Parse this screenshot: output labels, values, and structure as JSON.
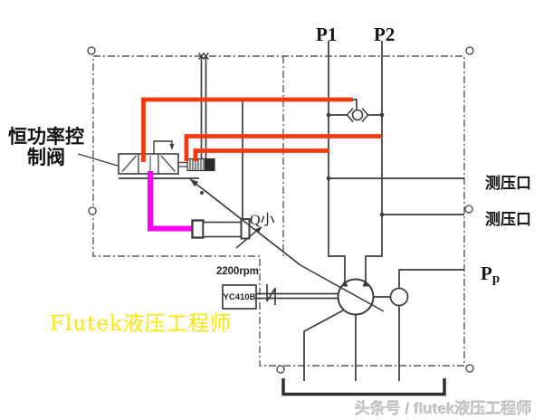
{
  "diagram": {
    "labels": {
      "valve_label_line1": "恒功率控",
      "valve_label_line2": "制阀",
      "p1": "P1",
      "p2": "P2",
      "test_port_1": "测压口",
      "test_port_2": "测压口",
      "pp_main": "P",
      "pp_sub": "p",
      "q_small": "Q小",
      "rpm": "2200rpm",
      "engine_model": "YC410B"
    },
    "watermarks": {
      "yellow": "Flutek液压工程师",
      "bottom": "头条号 / flutek液压工程师"
    },
    "colors": {
      "pilot_highlight_red": "#F23A0E",
      "servo_highlight_magenta": "#FF00F2",
      "watermark_yellow": "#FFE800",
      "line_dark": "#3C3C3C"
    }
  }
}
